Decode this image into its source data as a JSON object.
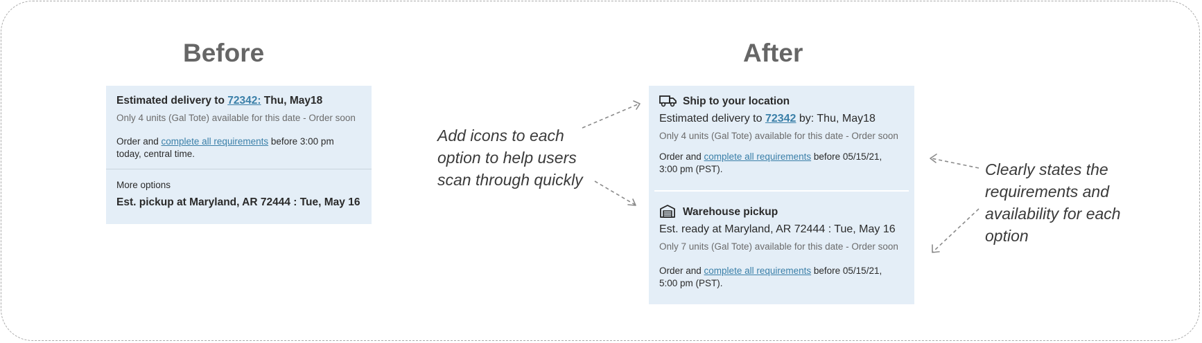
{
  "before": {
    "heading": "Before",
    "delivery_prefix": "Estimated delivery to ",
    "zip": "72342:",
    "delivery_date": " Thu, May18",
    "availability": "Only 4 units (Gal Tote) available for this date - Order soon",
    "order_prefix": "Order and ",
    "requirements_link": "complete all requirements",
    "order_suffix_line1": " before 3:00 pm",
    "order_line2": "today, central time.",
    "more_options": "More options",
    "pickup": "Est. pickup at Maryland, AR 72444 :  Tue, May 16"
  },
  "after": {
    "heading": "After",
    "ship": {
      "title": "Ship to your location",
      "icon": "truck-icon",
      "delivery_prefix": "Estimated delivery to ",
      "zip": "72342",
      "delivery_suffix": " by: Thu, May18",
      "availability": "Only 4 units (Gal Tote) available for this date - Order soon",
      "order_prefix": "Order and ",
      "requirements_link": "complete all requirements",
      "order_suffix_line1": " before 05/15/21,",
      "order_line2": "3:00 pm (PST)."
    },
    "pickup": {
      "title": "Warehouse pickup",
      "icon": "warehouse-icon",
      "ready": "Est. ready at Maryland, AR 72444 :  Tue, May 16",
      "availability": "Only 7 units (Gal Tote) available for this date - Order soon",
      "order_prefix": "Order and ",
      "requirements_link": "complete all requirements",
      "order_suffix_line1": " before 05/15/21,",
      "order_line2": "5:00 pm (PST)."
    }
  },
  "notes": {
    "icons_note": [
      "Add icons to each",
      "option to help users",
      "scan through quickly"
    ],
    "requirements_note": [
      "Clearly states the",
      "requirements and",
      "availability for each",
      "option"
    ]
  },
  "colors": {
    "card_bg": "#e4eef7",
    "link": "#3a7fa8",
    "heading": "#666666",
    "arrow": "#8a8a8a"
  }
}
